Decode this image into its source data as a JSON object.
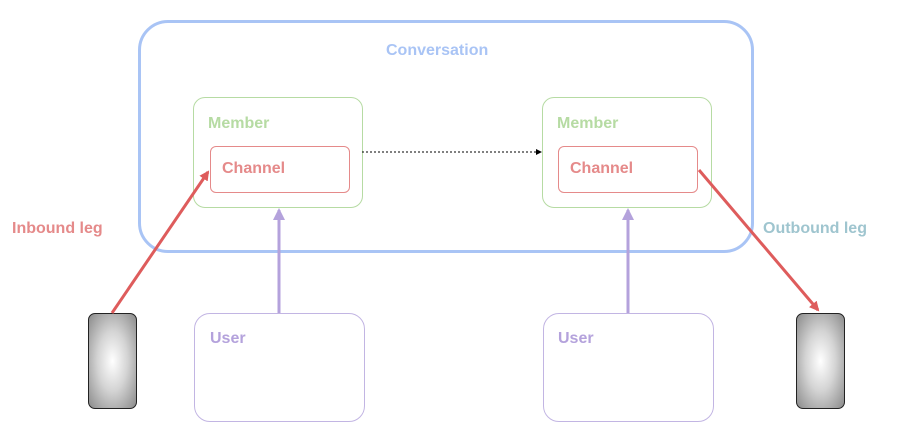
{
  "conversation": {
    "label": "Conversation"
  },
  "members": [
    {
      "label": "Member",
      "channel": "Channel"
    },
    {
      "label": "Member",
      "channel": "Channel"
    }
  ],
  "users": [
    {
      "label": "User"
    },
    {
      "label": "User"
    }
  ],
  "legs": {
    "inbound": "Inbound leg",
    "outbound": "Outbound leg"
  },
  "colors": {
    "conversation": "#a9c4f5",
    "member": "#b6dba3",
    "channel": "#e58a8a",
    "user": "#b4a2dc",
    "inbound_leg": "#e58a8a",
    "outbound_leg": "#9fc5cf"
  }
}
